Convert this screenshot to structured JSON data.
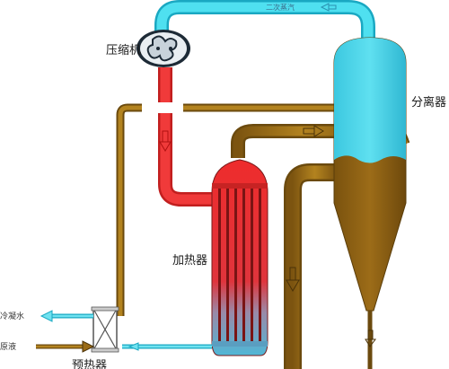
{
  "labels": {
    "compressor": "压缩机",
    "separator": "分离器",
    "heater": "加热器",
    "preheater": "预热器",
    "condensate_water": "冷凝水",
    "raw_liquid": "原液",
    "secondary_steam": "二次蒸汽"
  },
  "colors": {
    "steam_cyan": "#3fd3e6",
    "steam_outline": "#1aa8c2",
    "liquid_brown": "#9a6b16",
    "liquid_dark": "#6b4a0e",
    "hot_red": "#ee2c2c",
    "separator_cyan": "#40cfe6",
    "separator_brown": "#8c5f12"
  }
}
